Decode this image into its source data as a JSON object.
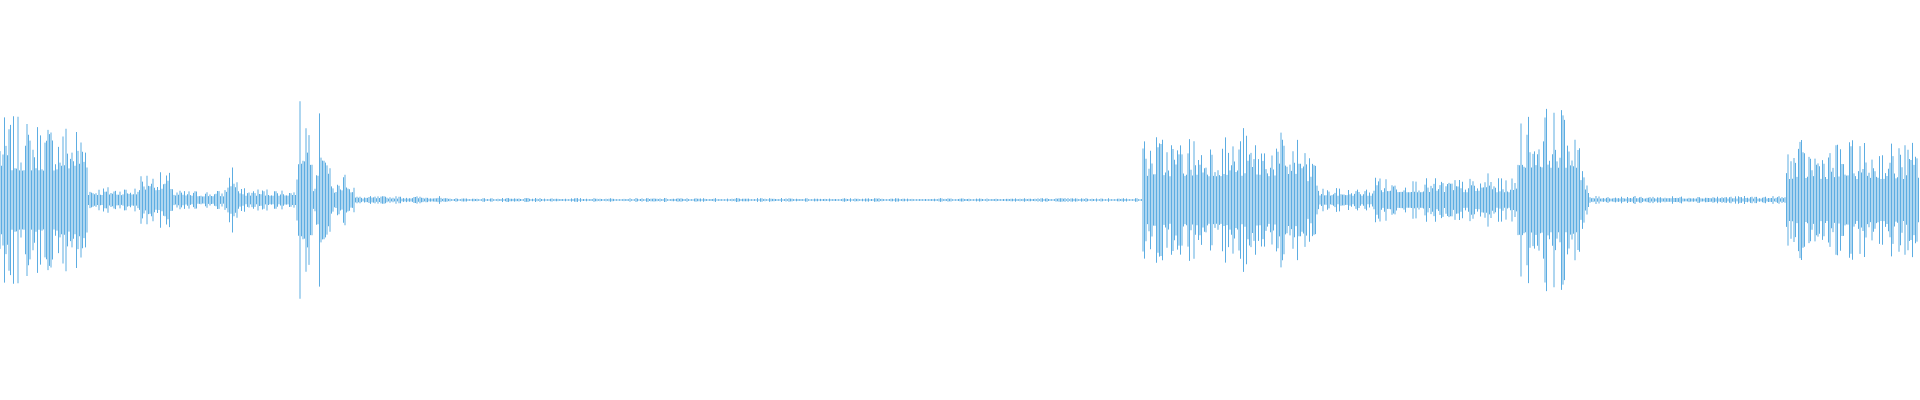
{
  "waveform": {
    "color": "#5dade2",
    "segments": [
      {
        "start": 0.0,
        "end": 0.046,
        "level": 0.42
      },
      {
        "start": 0.046,
        "end": 0.072,
        "level": 0.07
      },
      {
        "start": 0.072,
        "end": 0.09,
        "level": 0.14
      },
      {
        "start": 0.09,
        "end": 0.118,
        "level": 0.05
      },
      {
        "start": 0.118,
        "end": 0.124,
        "level": 0.15
      },
      {
        "start": 0.124,
        "end": 0.155,
        "level": 0.06
      },
      {
        "start": 0.155,
        "end": 0.163,
        "level": 0.5
      },
      {
        "start": 0.163,
        "end": 0.185,
        "level": 0.1
      },
      {
        "start": 0.185,
        "end": 0.23,
        "level": 0.02
      },
      {
        "start": 0.23,
        "end": 0.595,
        "level": 0.01
      },
      {
        "start": 0.595,
        "end": 0.68,
        "level": 0.34
      },
      {
        "start": 0.68,
        "end": 0.715,
        "level": 0.06
      },
      {
        "start": 0.715,
        "end": 0.79,
        "level": 0.11
      },
      {
        "start": 0.79,
        "end": 0.823,
        "level": 0.46
      },
      {
        "start": 0.823,
        "end": 0.93,
        "level": 0.02
      },
      {
        "start": 0.93,
        "end": 1.0,
        "level": 0.3
      }
    ],
    "peaks": [
      {
        "pos": 0.004,
        "level": 0.32
      },
      {
        "pos": 0.015,
        "level": 0.28
      },
      {
        "pos": 0.027,
        "level": 0.3
      },
      {
        "pos": 0.038,
        "level": 0.38
      },
      {
        "pos": 0.078,
        "level": 0.18
      },
      {
        "pos": 0.121,
        "level": 0.2
      },
      {
        "pos": 0.159,
        "level": 0.55
      },
      {
        "pos": 0.168,
        "level": 0.54
      },
      {
        "pos": 0.18,
        "level": 0.18
      },
      {
        "pos": 0.612,
        "level": 0.24
      },
      {
        "pos": 0.648,
        "level": 0.38
      },
      {
        "pos": 0.665,
        "level": 0.31
      },
      {
        "pos": 0.683,
        "level": 0.3
      },
      {
        "pos": 0.718,
        "level": 0.16
      },
      {
        "pos": 0.775,
        "level": 0.17
      },
      {
        "pos": 0.806,
        "level": 0.5
      },
      {
        "pos": 0.823,
        "level": 0.22
      },
      {
        "pos": 0.939,
        "level": 0.24
      },
      {
        "pos": 0.958,
        "level": 0.3
      },
      {
        "pos": 0.975,
        "level": 0.28
      },
      {
        "pos": 0.992,
        "level": 0.26
      }
    ]
  }
}
